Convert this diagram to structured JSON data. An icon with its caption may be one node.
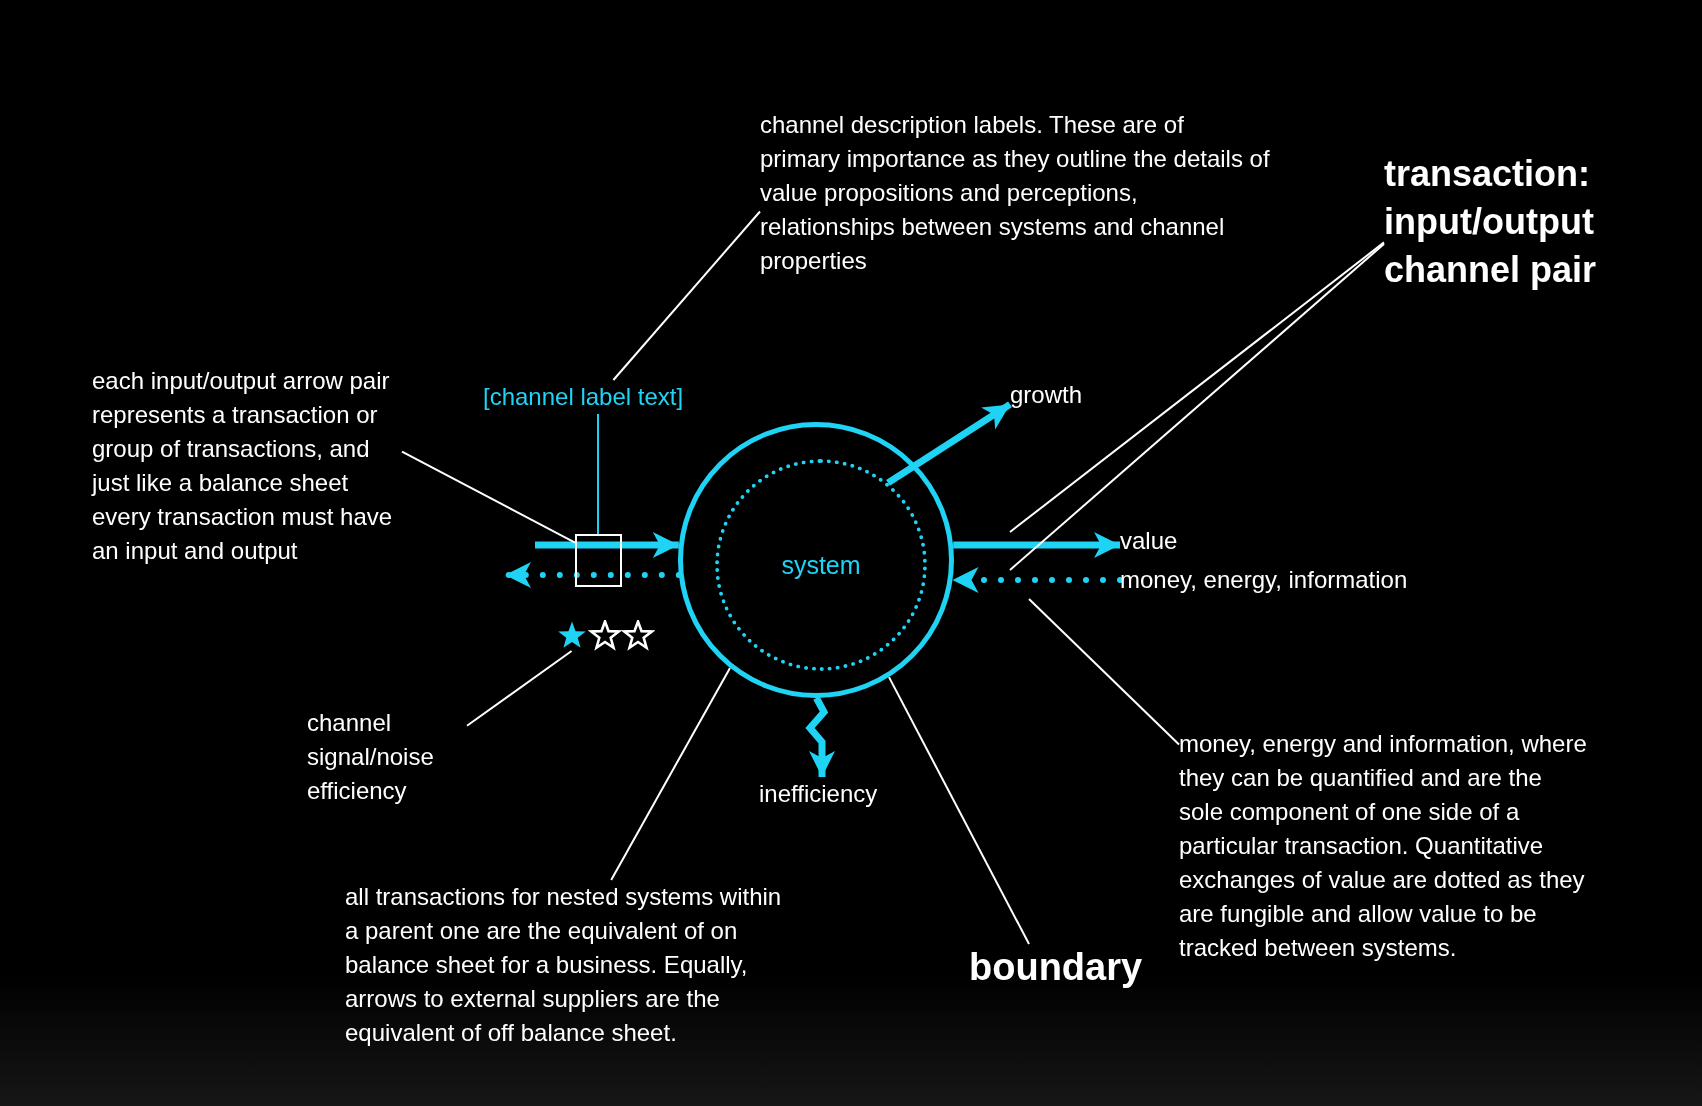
{
  "diagram": {
    "nodes": [
      {
        "text": [
          "channel description labels. These are of primary importance as they outline the details of value propositions and perceptions, relationships between systems and channel properties"
        ]
      },
      {
        "text": [
          "transaction: input/output channel pair"
        ]
      },
      {
        "text": [
          "each input/output arrow pair represents a transaction or group of transactions, and just like a balance sheet every transaction must have an input and output"
        ]
      },
      {
        "text": [
          "[channel label text]"
        ]
      },
      {
        "text": [
          "growth"
        ]
      },
      {
        "text": [],
        "shape": "box"
      },
      {
        "text": [],
        "shape": "circle"
      },
      {
        "text": [
          "system"
        ],
        "in": 6
      },
      {
        "text": [
          "value"
        ]
      },
      {
        "text": [
          "money, energy, information"
        ]
      },
      {
        "text": [],
        "shape": "star"
      },
      {
        "text": [
          "channel signal/noise efficiency"
        ]
      },
      {
        "text": [
          "money, energy and information, where they can be quantified and are the sole component of one side of a particular transaction. Quantitative exchanges of value are dotted as they are fungible and allow value to be tracked between systems."
        ]
      },
      {
        "text": [
          "inefficiency"
        ]
      },
      {
        "text": [
          "all transactions for nested systems within a parent one are the equivalent of on balance sheet for a business. Equally, arrows to external suppliers are the equivalent of off balance sheet."
        ]
      },
      {
        "text": [
          "boundary"
        ]
      }
    ],
    "edges": [
      {
        "from": null,
        "to": 6,
        "arrow": "to",
        "style": "thick",
        "color": "#1fd3f5"
      },
      {
        "from": 6,
        "to": null,
        "arrow": "to",
        "style": "dashed",
        "color": "#1fd3f5"
      },
      {
        "from": 6,
        "to": 8,
        "arrow": "to",
        "style": "thick",
        "color": "#1fd3f5"
      },
      {
        "from": 9,
        "to": 6,
        "arrow": "to",
        "style": "dashed",
        "color": "#1fd3f5"
      },
      {
        "from": 7,
        "to": 4,
        "arrow": "to",
        "style": "thick",
        "color": "#1fd3f5"
      },
      {
        "from": 6,
        "to": 13,
        "arrow": "to",
        "style": "thick",
        "color": "#1fd3f5"
      },
      {
        "from": 0,
        "to": 3,
        "arrow": "none"
      },
      {
        "from": 3,
        "to": 5,
        "arrow": "none",
        "color": "#1fd3f5"
      },
      {
        "from": 2,
        "to": 5,
        "arrow": "none"
      },
      {
        "from": 1,
        "to": null,
        "arrow": "none"
      },
      {
        "from": 1,
        "to": null,
        "arrow": "none"
      },
      {
        "from": 11,
        "to": 10,
        "arrow": "none"
      },
      {
        "from": 12,
        "to": null,
        "arrow": "none"
      },
      {
        "from": 14,
        "to": 6,
        "arrow": "none"
      },
      {
        "from": 15,
        "to": 6,
        "arrow": "none"
      }
    ]
  }
}
